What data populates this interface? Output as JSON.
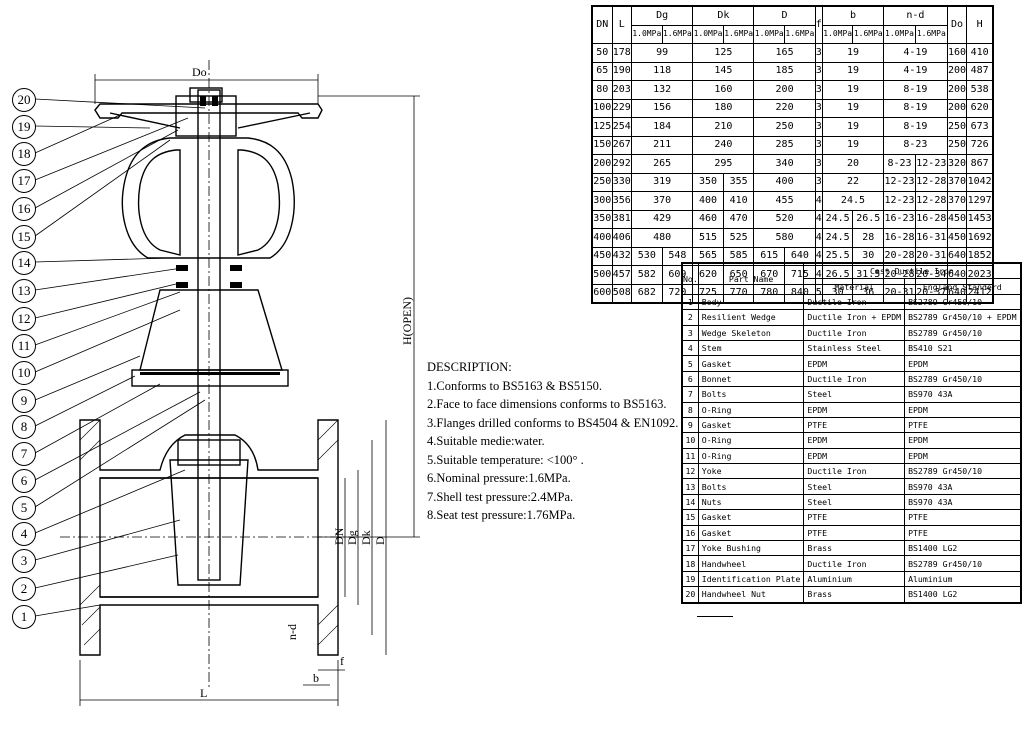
{
  "dimension_table": {
    "headers": {
      "dn": "DN",
      "l": "L",
      "dg": "Dg",
      "dk": "Dk",
      "d": "D",
      "f": "f",
      "b": "b",
      "nd": "n-d",
      "do": "Do",
      "h": "H",
      "p10": "1.0MPa",
      "p16": "1.6MPa"
    },
    "rows": [
      [
        "50",
        "178",
        "99",
        "",
        "125",
        "",
        "165",
        "",
        "3",
        "19",
        "",
        "4-19",
        "",
        "160",
        "410"
      ],
      [
        "65",
        "190",
        "118",
        "",
        "145",
        "",
        "185",
        "",
        "3",
        "19",
        "",
        "4-19",
        "",
        "200",
        "487"
      ],
      [
        "80",
        "203",
        "132",
        "",
        "160",
        "",
        "200",
        "",
        "3",
        "19",
        "",
        "8-19",
        "",
        "200",
        "538"
      ],
      [
        "100",
        "229",
        "156",
        "",
        "180",
        "",
        "220",
        "",
        "3",
        "19",
        "",
        "8-19",
        "",
        "200",
        "620"
      ],
      [
        "125",
        "254",
        "184",
        "",
        "210",
        "",
        "250",
        "",
        "3",
        "19",
        "",
        "8-19",
        "",
        "250",
        "673"
      ],
      [
        "150",
        "267",
        "211",
        "",
        "240",
        "",
        "285",
        "",
        "3",
        "19",
        "",
        "8-23",
        "",
        "250",
        "726"
      ],
      [
        "200",
        "292",
        "265",
        "",
        "295",
        "",
        "340",
        "",
        "3",
        "20",
        "",
        "8-23",
        "12-23",
        "320",
        "867"
      ],
      [
        "250",
        "330",
        "319",
        "",
        "350",
        "355",
        "400",
        "",
        "3",
        "22",
        "",
        "12-23",
        "12-28",
        "370",
        "1042"
      ],
      [
        "300",
        "356",
        "370",
        "",
        "400",
        "410",
        "455",
        "",
        "4",
        "24.5",
        "",
        "12-23",
        "12-28",
        "370",
        "1297"
      ],
      [
        "350",
        "381",
        "429",
        "",
        "460",
        "470",
        "520",
        "",
        "4",
        "24.5",
        "26.5",
        "16-23",
        "16-28",
        "450",
        "1453"
      ],
      [
        "400",
        "406",
        "480",
        "",
        "515",
        "525",
        "580",
        "",
        "4",
        "24.5",
        "28",
        "16-28",
        "16-31",
        "450",
        "1692"
      ],
      [
        "450",
        "432",
        "530",
        "548",
        "565",
        "585",
        "615",
        "640",
        "4",
        "25.5",
        "30",
        "20-28",
        "20-31",
        "640",
        "1852"
      ],
      [
        "500",
        "457",
        "582",
        "609",
        "620",
        "650",
        "670",
        "715",
        "4",
        "26.5",
        "31.5",
        "20-28",
        "20-34",
        "640",
        "2023"
      ],
      [
        "600",
        "508",
        "682",
        "720",
        "725",
        "770",
        "780",
        "840",
        "5",
        "30",
        "36",
        "20-31",
        "20-37",
        "640",
        "2412"
      ]
    ]
  },
  "parts_table": {
    "headers": {
      "no": "No.",
      "part_name": "Part Name",
      "group": "Cast Ductile Iron",
      "material": "Material",
      "standard": "England Standerd"
    },
    "rows": [
      [
        "1",
        "Body",
        "Ductile Iron",
        "BS2789   Gr450/10"
      ],
      [
        "2",
        "Resilient Wedge",
        "Ductile Iron + EPDM",
        "BS2789   Gr450/10 + EPDM"
      ],
      [
        "3",
        "Wedge Skeleton",
        "Ductile Iron",
        "BS2789   Gr450/10"
      ],
      [
        "4",
        "Stem",
        "Stainless Steel",
        "BS410    S21"
      ],
      [
        "5",
        "Gasket",
        "EPDM",
        "EPDM"
      ],
      [
        "6",
        "Bonnet",
        "Ductile Iron",
        "BS2789   Gr450/10"
      ],
      [
        "7",
        "Bolts",
        "Steel",
        "BS970     43A"
      ],
      [
        "8",
        "O-Ring",
        "EPDM",
        "EPDM"
      ],
      [
        "9",
        "Gasket",
        "PTFE",
        "PTFE"
      ],
      [
        "10",
        "O-Ring",
        "EPDM",
        "EPDM"
      ],
      [
        "11",
        "O-Ring",
        "EPDM",
        "EPDM"
      ],
      [
        "12",
        "Yoke",
        "Ductile Iron",
        "BS2789   Gr450/10"
      ],
      [
        "13",
        "Bolts",
        "Steel",
        "BS970     43A"
      ],
      [
        "14",
        "Nuts",
        "Steel",
        "BS970     43A"
      ],
      [
        "15",
        "Gasket",
        "PTFE",
        "PTFE"
      ],
      [
        "16",
        "Gasket",
        "PTFE",
        "PTFE"
      ],
      [
        "17",
        "Yoke Bushing",
        "Brass",
        "BS1400    LG2"
      ],
      [
        "18",
        "Handwheel",
        "Ductile Iron",
        "BS2789   Gr450/10"
      ],
      [
        "19",
        "Identification Plate",
        "Aluminium",
        "Aluminium"
      ],
      [
        "20",
        "Handwheel Nut",
        "Brass",
        "BS1400    LG2"
      ]
    ]
  },
  "description": {
    "title": "DESCRIPTION:",
    "items": [
      "1.Conforms to BS5163 & BS5150.",
      "2.Face to face dimensions conforms to BS5163.",
      "3.Flanges drilled conforms to BS4504 & EN1092.",
      "4.Suitable medie:water.",
      "5.Suitable temperature: <100° .",
      "6.Nominal pressure:1.6MPa.",
      "7.Shell test pressure:2.4MPa.",
      "8.Seat test pressure:1.76MPa."
    ]
  },
  "drawing": {
    "labels": {
      "do": "Do",
      "h": "H(OPEN)",
      "l": "L",
      "dn": "DN",
      "dg": "Dg",
      "dk": "Dk",
      "d": "D",
      "nd": "n-d",
      "f": "f",
      "b": "b"
    },
    "balloons": [
      "20",
      "19",
      "18",
      "17",
      "16",
      "15",
      "14",
      "13",
      "12",
      "11",
      "10",
      "9",
      "8",
      "7",
      "6",
      "5",
      "4",
      "3",
      "2",
      "1"
    ]
  }
}
